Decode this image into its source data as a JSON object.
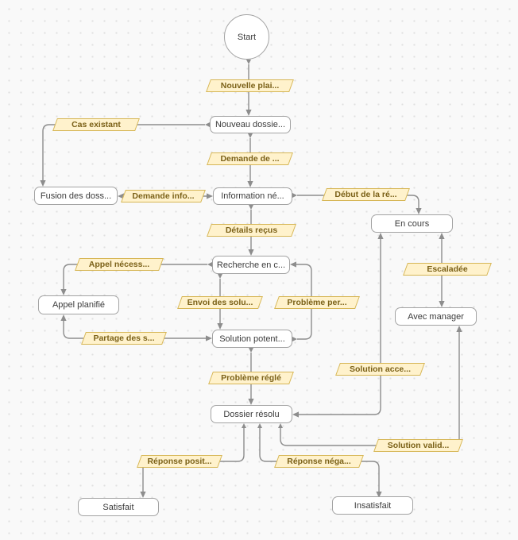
{
  "diagram": {
    "type": "state-flowchart",
    "colors": {
      "background": "#F9F9F9",
      "grid_dot": "#E0E0E0",
      "node_fill": "#FFFFFF",
      "node_border": "#A3A3A3",
      "node_text": "#3B3B3B",
      "edge": "#8D8D8D",
      "label_fill": "#FFF2CC",
      "label_border": "#D6B656",
      "label_text": "#7B6118"
    },
    "nodes": {
      "start": {
        "label": "Start"
      },
      "nouveau_dossier": {
        "label": "Nouveau dossie..."
      },
      "fusion": {
        "label": "Fusion des doss..."
      },
      "information": {
        "label": "Information né..."
      },
      "en_cours": {
        "label": "En cours"
      },
      "recherche": {
        "label": "Recherche en c..."
      },
      "appel_planifie": {
        "label": "Appel planifié"
      },
      "avec_manager": {
        "label": "Avec manager"
      },
      "solution": {
        "label": "Solution potent..."
      },
      "dossier_resolu": {
        "label": "Dossier résolu"
      },
      "satisfait": {
        "label": "Satisfait"
      },
      "insatisfait": {
        "label": "Insatisfait"
      }
    },
    "edge_labels": {
      "nouvelle_plainte": "Nouvelle plai...",
      "cas_existant": "Cas existant",
      "demande_de": "Demande de ...",
      "demande_info": "Demande info...",
      "debut_reponse": "Début de la ré...",
      "details_recus": "Détails reçus",
      "appel_necessaire": "Appel nécess...",
      "envoi_solutions": "Envoi des solu...",
      "probleme_persistant": "Problème per...",
      "escaladee": "Escaladée",
      "partage_solutions": "Partage des s...",
      "probleme_regle": "Problème réglé",
      "solution_acceptee": "Solution acce...",
      "solution_validee": "Solution valid...",
      "reponse_positive": "Réponse posit...",
      "reponse_negative": "Réponse néga..."
    }
  }
}
